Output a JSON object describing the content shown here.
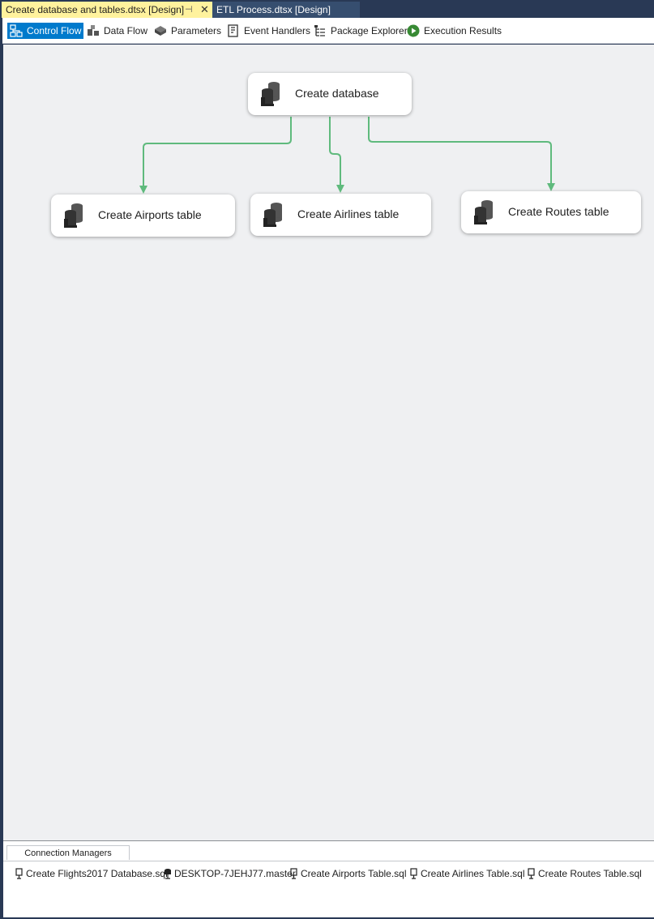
{
  "tabs": {
    "active": {
      "title": "Create database and tables.dtsx [Design]",
      "pin_icon": "pin-icon",
      "close_icon": "close-icon"
    },
    "inactive": {
      "title": "ETL Process.dtsx [Design]"
    }
  },
  "toolbar": {
    "items": [
      {
        "label": "Control Flow",
        "icon": "control-flow-icon",
        "selected": true
      },
      {
        "label": "Data Flow",
        "icon": "data-flow-icon",
        "selected": false
      },
      {
        "label": "Parameters",
        "icon": "parameters-icon",
        "selected": false
      },
      {
        "label": "Event Handlers",
        "icon": "event-handlers-icon",
        "selected": false
      },
      {
        "label": "Package Explorer",
        "icon": "package-explorer-icon",
        "selected": false
      },
      {
        "label": "Execution Results",
        "icon": "execution-results-icon",
        "selected": false
      }
    ]
  },
  "tasks": [
    {
      "label": "Create database",
      "icon": "execute-sql-task-icon"
    },
    {
      "label": "Create Airports table",
      "icon": "execute-sql-task-icon"
    },
    {
      "label": "Create Airlines table",
      "icon": "execute-sql-task-icon"
    },
    {
      "label": "Create Routes table",
      "icon": "execute-sql-task-icon"
    }
  ],
  "connection_managers": {
    "tab_label": "Connection Managers",
    "items": [
      {
        "label": "Create Flights2017 Database.sql",
        "icon": "file-connection-icon"
      },
      {
        "label": "DESKTOP-7JEHJ77.master",
        "icon": "ole-db-connection-icon"
      },
      {
        "label": "Create Airports Table.sql",
        "icon": "file-connection-icon"
      },
      {
        "label": "Create Airlines Table.sql",
        "icon": "file-connection-icon"
      },
      {
        "label": "Create Routes Table.sql",
        "icon": "file-connection-icon"
      }
    ]
  },
  "colors": {
    "chrome_background": "#293955",
    "active_tab": "#fff29d",
    "selected_toolbar": "#007acc",
    "canvas": "#eff0f2",
    "precedence_success": "#5fba7d"
  }
}
